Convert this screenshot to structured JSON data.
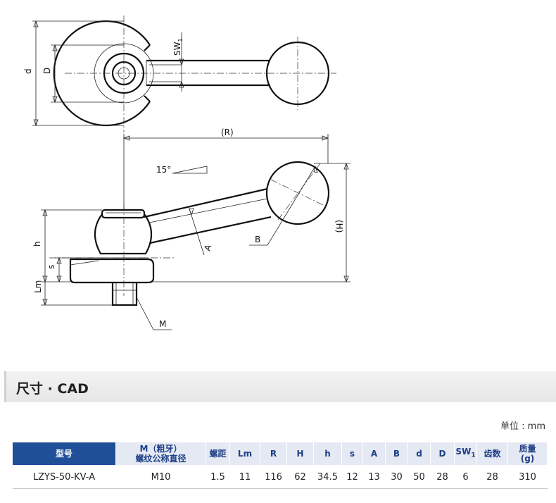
{
  "drawing": {
    "labels": {
      "d": "d",
      "D": "D",
      "sw1": "SW",
      "sw1_sub": "1",
      "R": "(R)",
      "angle": "15°",
      "H": "(H)",
      "h": "h",
      "s": "s",
      "Lm": "Lm",
      "A": "A",
      "B": "B",
      "M": "M"
    }
  },
  "section": {
    "title": "尺寸 · CAD"
  },
  "table": {
    "unit_note": "单位 : mm",
    "headers": {
      "model": "型号",
      "m_line1": "M（粗牙）",
      "m_line2": "螺纹公称直径",
      "pitch": "螺距",
      "lm": "Lm",
      "r": "R",
      "h_upper": "H",
      "h_lower": "h",
      "s": "s",
      "a": "A",
      "b": "B",
      "d_lower": "d",
      "d_upper": "D",
      "sw": "SW",
      "sw_sub": "1",
      "teeth": "齿数",
      "mass_line1": "质量",
      "mass_line2": "(g)"
    },
    "rows": [
      {
        "model": "LZYS-50-KV-A",
        "m": "M10",
        "pitch": "1.5",
        "lm": "11",
        "r": "116",
        "h_upper": "62",
        "h_lower": "34.5",
        "s": "12",
        "a": "13",
        "b": "30",
        "d_lower": "50",
        "d_upper": "28",
        "sw": "6",
        "teeth": "28",
        "mass": "310"
      }
    ]
  }
}
